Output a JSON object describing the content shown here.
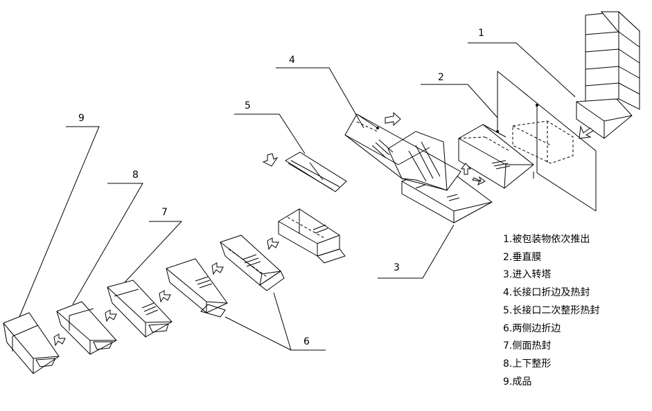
{
  "callouts": [
    "1",
    "2",
    "3",
    "4",
    "5",
    "6",
    "7",
    "8",
    "9"
  ],
  "legend": [
    "1.被包装物依次推出",
    "2.垂直膜",
    "3.进入转塔",
    "4.长接口折边及热封",
    "5.长接口二次整形热封",
    "6.两侧边折边",
    "7.侧面热封",
    "8.上下整形",
    "9.成品"
  ]
}
